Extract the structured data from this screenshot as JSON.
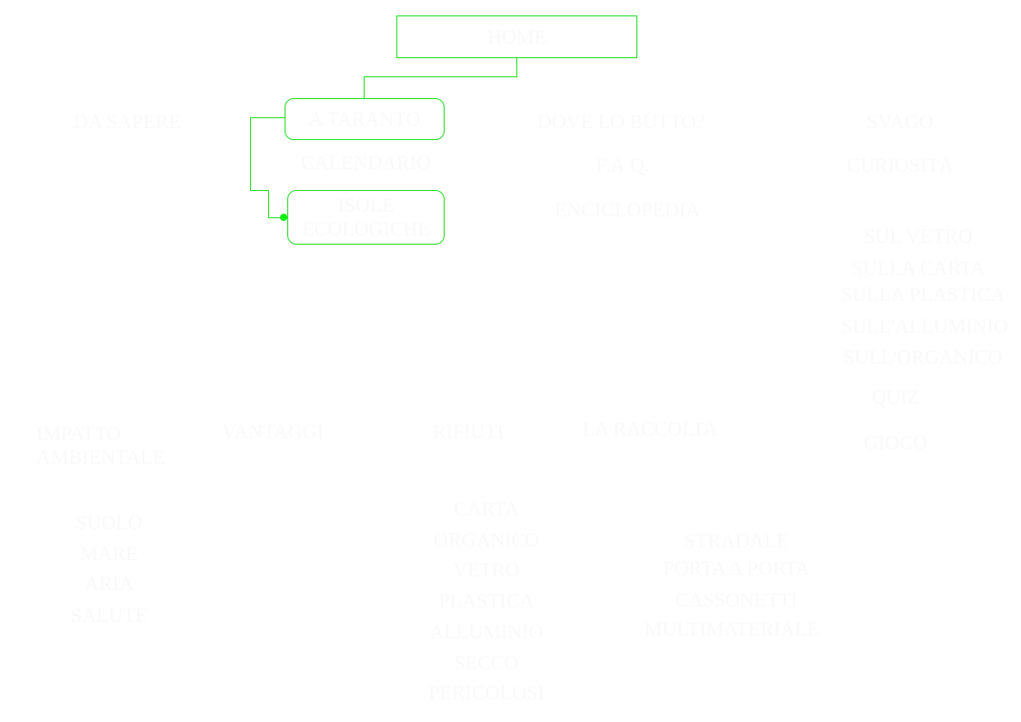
{
  "colors": {
    "highlight": "#22dd22",
    "label_text": "#f9f9f9",
    "background": "#ffffff"
  },
  "highlight_path": {
    "home": "HOME",
    "a_taranto": "A TARANTO",
    "isole_ecologiche": "ISOLE ECOLOGICHE"
  },
  "top_row": {
    "da_sapere": "DA SAPERE",
    "dove_lo_butto": "DOVE LO BUTTO?",
    "svago": "SVAGO"
  },
  "second_row": {
    "calendario": "CALENDARIO",
    "faq": "F.A.Q.",
    "curiosita": "CURIOSITÀ"
  },
  "third_row": {
    "enciclopedia": "ENCICLOPEDIA"
  },
  "curiosita_items": [
    "SUL VETRO",
    "SULLA CARTA",
    "SULLA PLASTICA",
    "SULL'ALLUMINIO",
    "SULL'ORGANICO"
  ],
  "quiz": "QUIZ",
  "lower_headings": {
    "impatto_ambientale": "IMPATTO AMBIENTALE",
    "vantaggi": "VANTAGGI",
    "rifiuti": "RIFIUTI",
    "la_raccolta": "LA RACCOLTA",
    "gioco": "GIOCO"
  },
  "impatto_items": [
    "SUOLO",
    "MARE",
    "ARIA",
    "SALUTE"
  ],
  "rifiuti_items": [
    "CARTA",
    "ORGANICO",
    "VETRO",
    "PLASTICA",
    "ALLUMINIO",
    "SECCO",
    "PERICOLOSI"
  ],
  "raccolta_items": [
    "STRADALE",
    "PORTA A PORTA",
    "CASSONETTI",
    "MULTIMATERIALE"
  ]
}
